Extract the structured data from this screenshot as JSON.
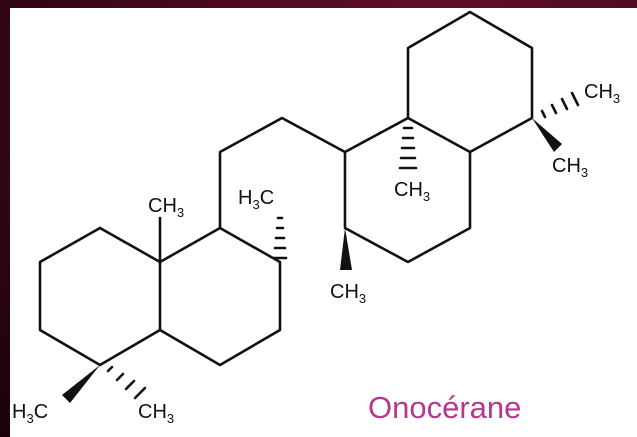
{
  "molecule": {
    "name": "Onocérane"
  },
  "labels": {
    "methyl_top_left_a": "CH",
    "methyl_top_left_a_sub": "3",
    "methyl_mid_left_a": "H",
    "methyl_mid_left_sub": "3",
    "methyl_mid_left_b": "C",
    "methyl_mid_right_a": "CH",
    "methyl_mid_right_sub": "3",
    "methyl_lower_a": "CH",
    "methyl_lower_sub": "3",
    "methyl_far_right_top_a": "CH",
    "methyl_far_right_top_sub": "3",
    "methyl_far_right_bottom_a": "CH",
    "methyl_far_right_bottom_sub": "3",
    "methyl_bottom_left_a": "H",
    "methyl_bottom_left_sub": "3",
    "methyl_bottom_left_b": "C",
    "methyl_bottom_right_a": "CH",
    "methyl_bottom_right_sub": "3"
  },
  "colors": {
    "title": "#b5378f",
    "bond": "#111111",
    "frame": "#4a0a22"
  }
}
